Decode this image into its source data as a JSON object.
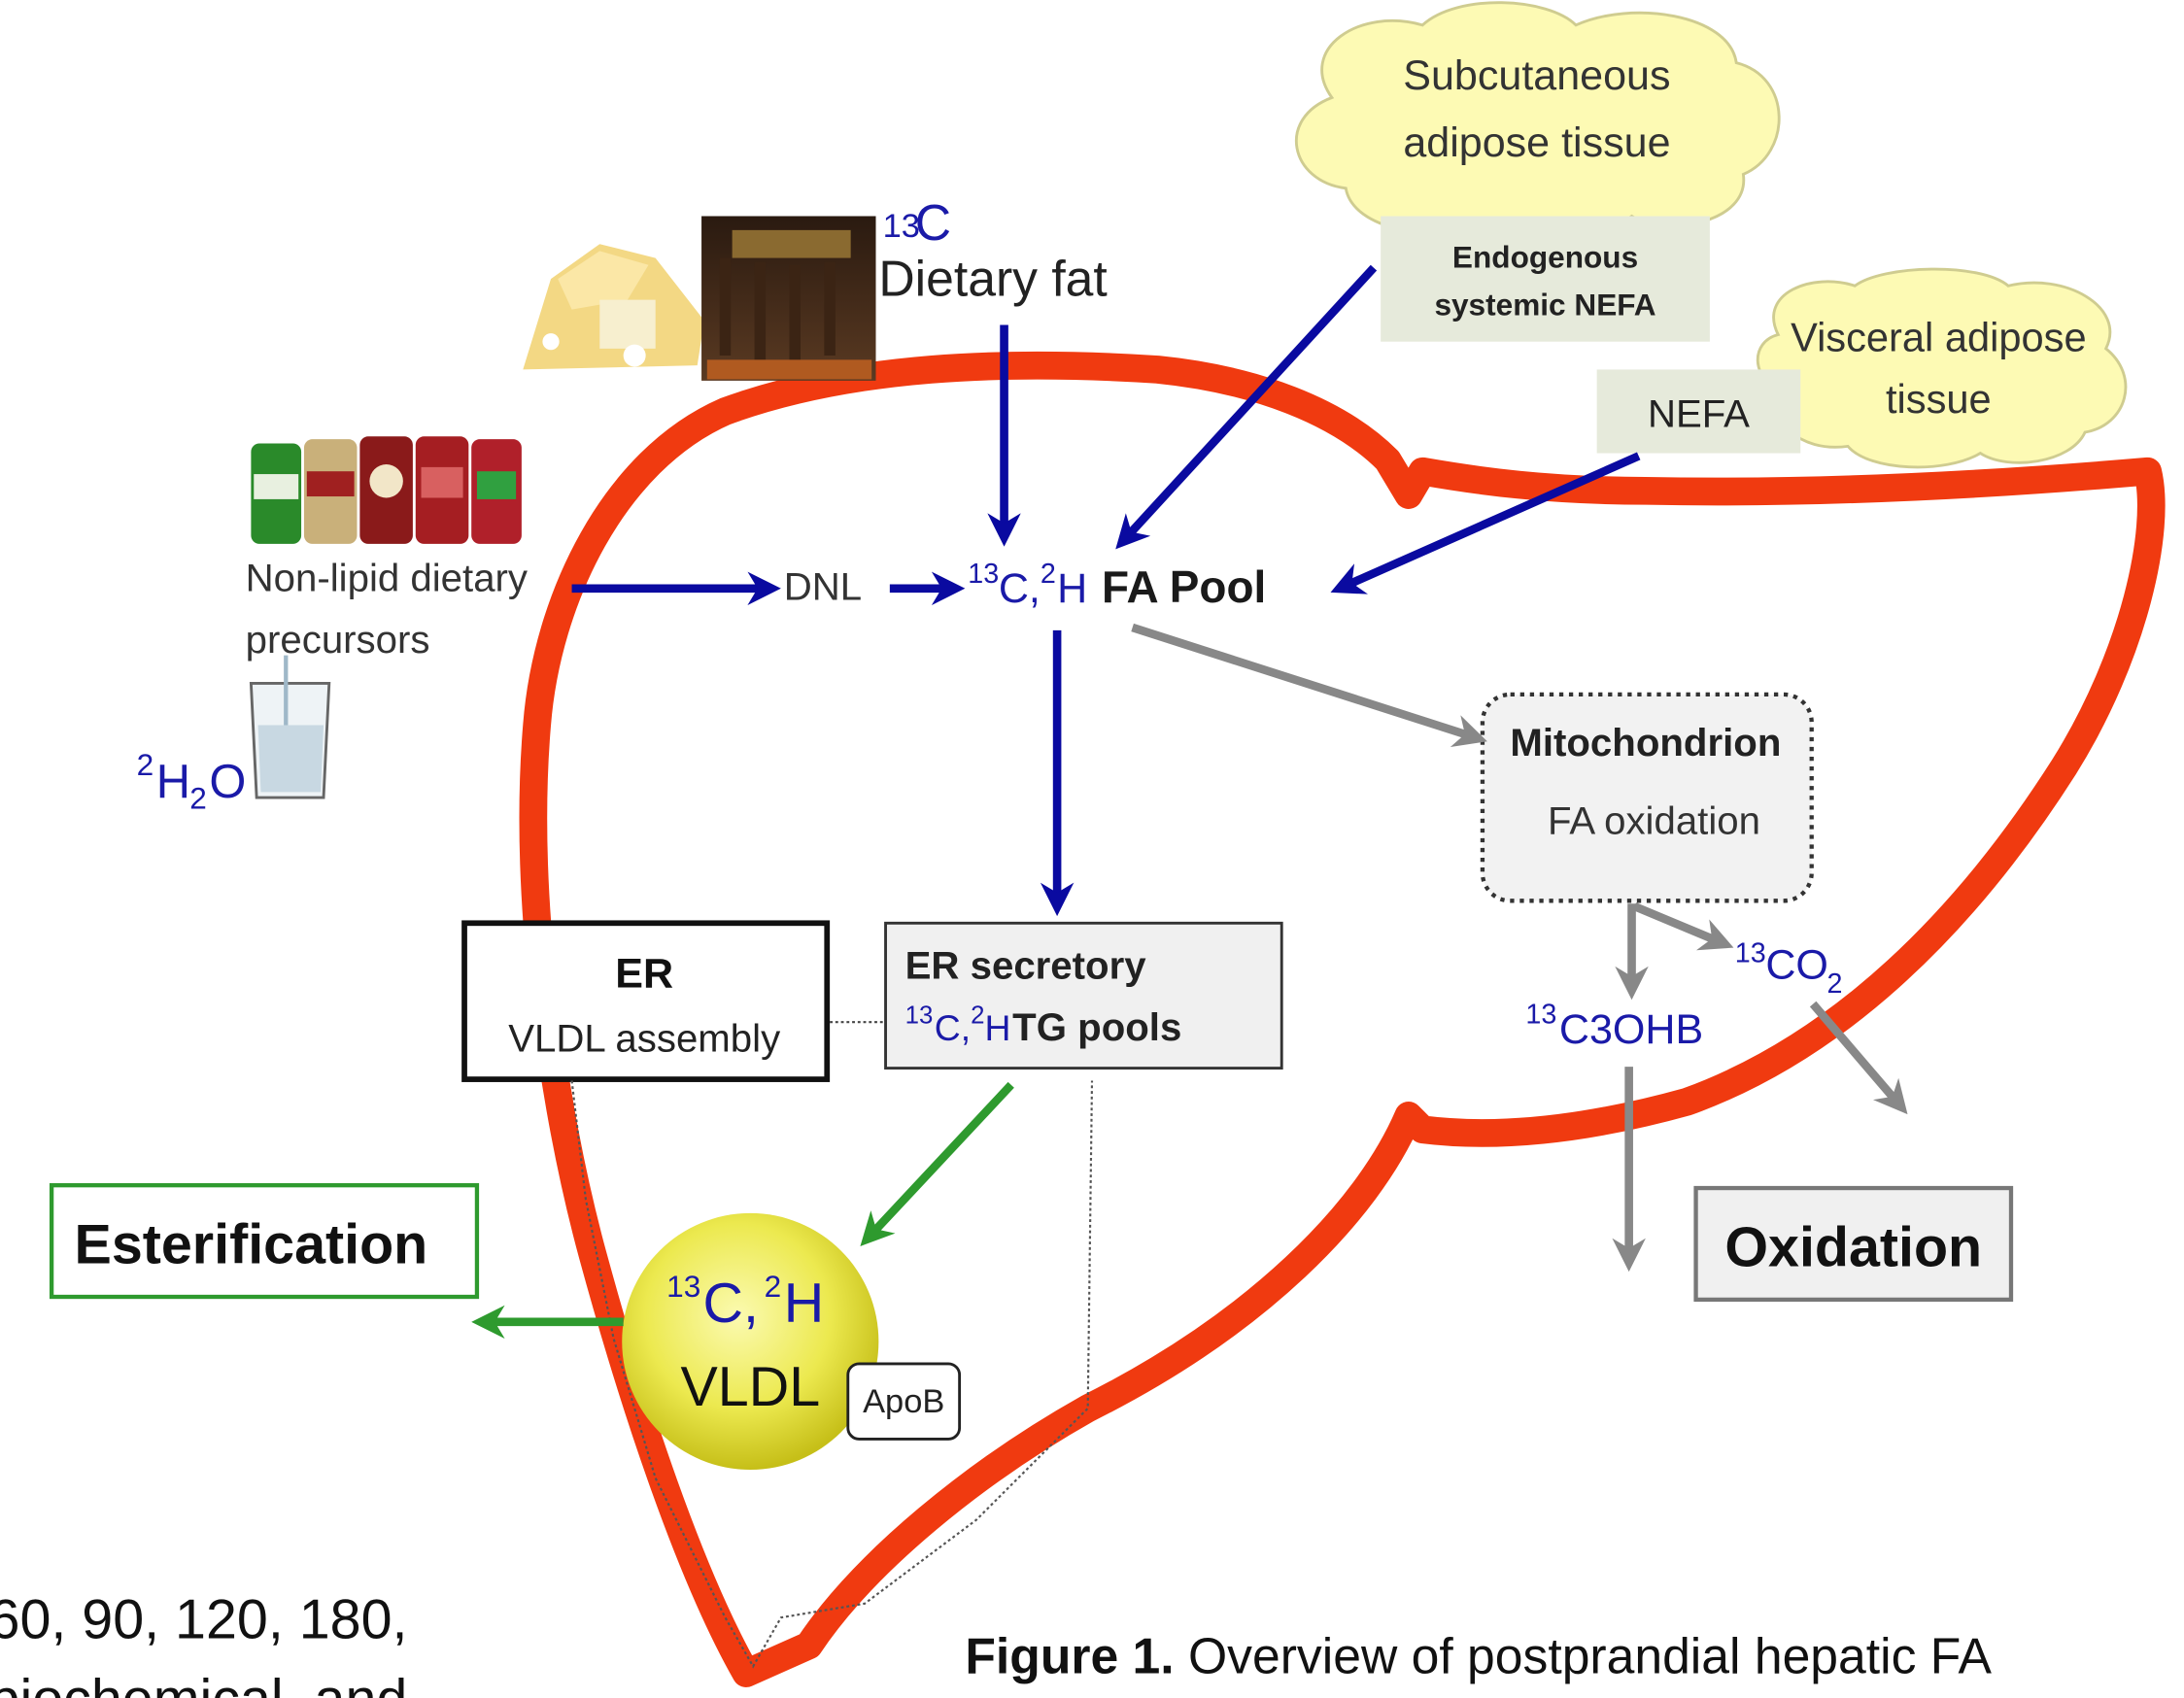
{
  "colors": {
    "liver_outline": "#f03a10",
    "blue_arrow": "#0a0aa0",
    "gray_arrow": "#888888",
    "green_arrow": "#2e9a2e",
    "cloud_fill": "#fdfab4",
    "label_box_fill": "#e6eadb",
    "vldl_fill": "#e6e04a",
    "isotope_text": "#1a1aa8"
  },
  "clouds": {
    "subcutaneous": {
      "line1": "Subcutaneous",
      "line2": "adipose tissue"
    },
    "visceral": {
      "line1": "Visceral adipose",
      "line2": "tissue"
    }
  },
  "boxes": {
    "endogenous": {
      "line1": "Endogenous",
      "line2": "systemic NEFA"
    },
    "nefa": "NEFA",
    "er": {
      "title": "ER",
      "subtitle": "VLDL assembly"
    },
    "er_secretory": {
      "title": "ER secretory",
      "iso": "13C,2H",
      "label": "TG pools",
      "sup1": "13",
      "base1": "C,",
      "sup2": "2",
      "base2": "H"
    },
    "mitochondrion": {
      "title": "Mitochondrion",
      "subtitle": "FA oxidation"
    },
    "esterification": "Esterification",
    "oxidation": "Oxidation",
    "apob": "ApoB"
  },
  "labels": {
    "dietary_fat_iso_sup": "13",
    "dietary_fat_iso_base": "C",
    "dietary_fat": "Dietary fat",
    "non_lipid_line1": "Non-lipid dietary",
    "non_lipid_line2": "precursors",
    "water_sup": "2",
    "water_h": "H",
    "water_sub": "2",
    "water_o": "O",
    "dnl": "DNL",
    "fa_pool_sup1": "13",
    "fa_pool_c": "C,",
    "fa_pool_sup2": "2",
    "fa_pool_h": "H",
    "fa_pool": "FA Pool",
    "vldl_sup1": "13",
    "vldl_c": "C,",
    "vldl_sup2": "2",
    "vldl_h": "H",
    "vldl": "VLDL",
    "c3ohb_sup": "13",
    "c3ohb": "C3OHB",
    "co2_sup": "13",
    "co2_c": "CO",
    "co2_sub": "2"
  },
  "icons": {
    "food": "cheese-cake-food-icon",
    "cans": "soda-cans-icon",
    "water": "water-glass-icon"
  },
  "page_fragments": {
    "left_text_line1": "60, 90, 120, 180,",
    "left_text_line2": "biochemical, and",
    "caption_bold": "Figure  1.",
    "caption_text": " Overview of postprandial hepatic FA"
  }
}
